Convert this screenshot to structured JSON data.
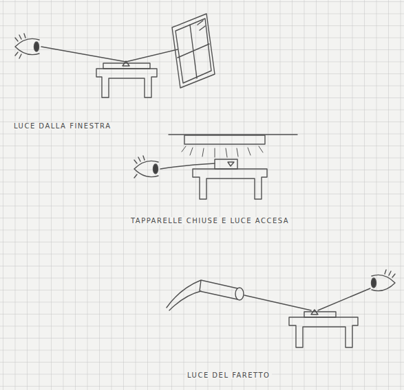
{
  "diagram": {
    "labels": [
      "LUCE DALLA FINESTRA",
      "TAPPARELLE CHIUSE E LUCE ACCESA",
      "LUCE DEL FARETTO"
    ]
  }
}
